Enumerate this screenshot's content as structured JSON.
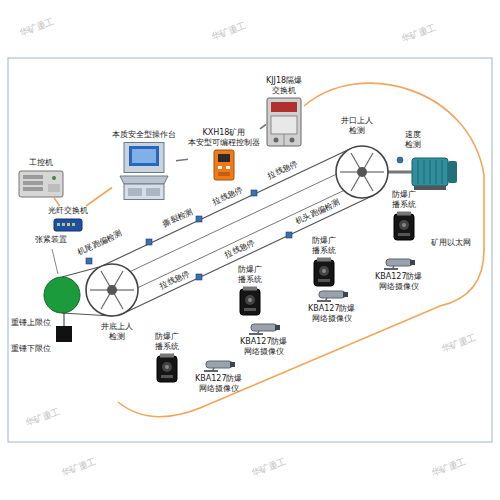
{
  "diagram": {
    "nodes": [
      {
        "text": [
          "工控机"
        ]
      },
      {
        "text": [
          "光纤交换机"
        ]
      },
      {
        "text": [
          "本质安全型操作台"
        ]
      },
      {
        "text": [
          "KXH18矿用 本安型可编程控制器"
        ]
      },
      {
        "text": [
          "KJJ18隔爆 交换机"
        ]
      },
      {
        "text": [
          "防爆广 播系统"
        ]
      },
      {
        "text": [
          "防爆广 播系统"
        ]
      },
      {
        "text": [
          "防爆广 播系统"
        ]
      },
      {
        "text": [
          "防爆广 播系统"
        ]
      },
      {
        "text": [
          "KBA127防爆 网络摄像仪"
        ]
      },
      {
        "text": [
          "KBA127防爆 网络摄像仪"
        ]
      },
      {
        "text": [
          "KBA127防爆 网络摄像仪"
        ]
      },
      {
        "text": [
          "KBA127防爆 网络摄像仪"
        ]
      }
    ],
    "edges": [
      {
        "from": 0,
        "to": 1,
        "arrow": "none"
      },
      {
        "from": 1,
        "to": 2,
        "arrow": "none"
      },
      {
        "from": 2,
        "to": 3,
        "arrow": "none"
      },
      {
        "from": 3,
        "to": 4,
        "arrow": "none"
      }
    ],
    "labels": [
      "机尾跑偏检测",
      "撕裂检测",
      "拉线急停",
      "拉线急停",
      "机头跑偏检测",
      "拉线急停",
      "拉线急停",
      "井口上人 检测",
      "速度 检测",
      "张紧装置",
      "重锤上限位",
      "重锤下限位",
      "井底上人 检测",
      "矿用以太网",
      "华矿重工",
      "华矿重工",
      "华矿重工",
      "华矿重工",
      "华矿重工",
      "华矿重工",
      "华矿重工",
      "华矿重工"
    ]
  }
}
